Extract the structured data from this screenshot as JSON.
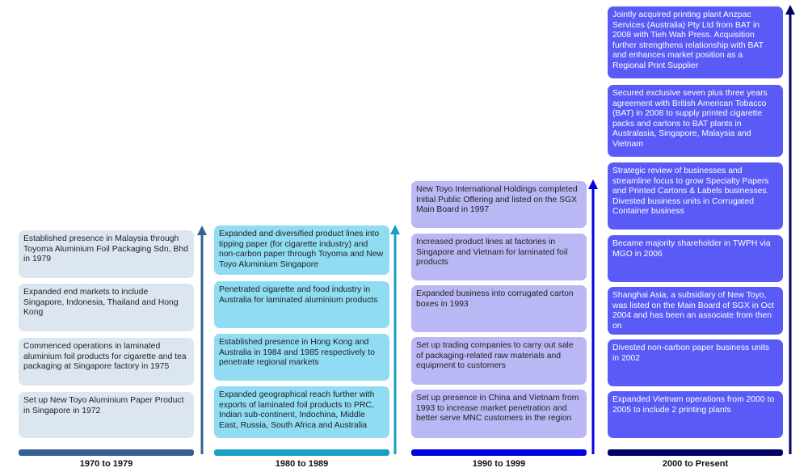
{
  "eras": [
    {
      "label": "1970 to 1979",
      "colors": {
        "box": "#dce6f1",
        "bar": "#366092",
        "arrow": "#366092"
      },
      "items": [
        "Established presence in Malaysia through Toyoma Aluminium Foil Packaging Sdn, Bhd in 1979",
        "Expanded end markets to include Singapore, Indonesia, Thailand and Hong Kong",
        "Commenced operations in laminated aluminium foil products for cigarette and tea packaging at Singapore factory in 1975",
        "Set up New Toyo Aluminium Paper Product in Singapore in 1972"
      ]
    },
    {
      "label": "1980 to 1989",
      "colors": {
        "box": "#8fdcf3",
        "bar": "#17a1c5",
        "arrow": "#17a1c5"
      },
      "items": [
        "Expanded and diversified product lines into tipping paper (for cigarette industry) and non-carbon paper through Toyoma and New Toyo Aluminium Singapore",
        "Penetrated cigarette and food industry in Australia for laminated aluminium products",
        "Established presence in Hong Kong and Australia in 1984 and 1985 respectively to penetrate regional markets",
        "Expanded geographical reach further with exports of laminated foil products to PRC, Indian sub-continent, Indochina, Middle East, Russia, South Africa and Australia"
      ]
    },
    {
      "label": "1990 to 1999",
      "colors": {
        "box": "#b9b8f4",
        "bar": "#0000e6",
        "arrow": "#0000e6"
      },
      "items": [
        "New Toyo International Holdings completed Initial Public Offering and listed on the SGX Main Board in 1997",
        "Increased product lines at factories in Singapore and Vietnam for laminated foil products",
        "Expanded business into corrugated carton boxes in 1993",
        "Set up trading companies to carry out sale of packaging-related raw materials and equipment to customers",
        "Set up presence in China and Vietnam from 1993 to increase market penetration and better serve MNC customers in the region"
      ]
    },
    {
      "label": "2000 to Present",
      "colors": {
        "box": "#5a5bf6",
        "bar": "#00006b",
        "arrow": "#00006b"
      },
      "items": [
        "Jointly acquired printing plant Anzpac Services (Australia) Pty Ltd from BAT in 2008 with Tieh Wah Press. Acquisition further strengthens relationship with BAT and enhances market position as a Regional Print Supplier",
        "Secured exclusive seven plus three years agreement with British American Tobacco (BAT) in 2008 to supply printed cigarette packs and cartons to BAT plants in Australasia, Singapore, Malaysia and Vietnam",
        "Strategic review of businesses and streamline focus to grow Specialty Papers and Printed Cartons & Labels businesses. Divested business units in Corrugated Container business",
        "Became majority shareholder in TWPH via MGO in 2006",
        "Shanghai Asia, a subsidiary of New Toyo, was listed on the Main Board of SGX in Oct 2004 and has been an associate from then on",
        "Divested non-carbon paper business units in 2002",
        "Expanded Vietnam operations from 2000 to 2005 to include 2 printing plants"
      ]
    }
  ]
}
